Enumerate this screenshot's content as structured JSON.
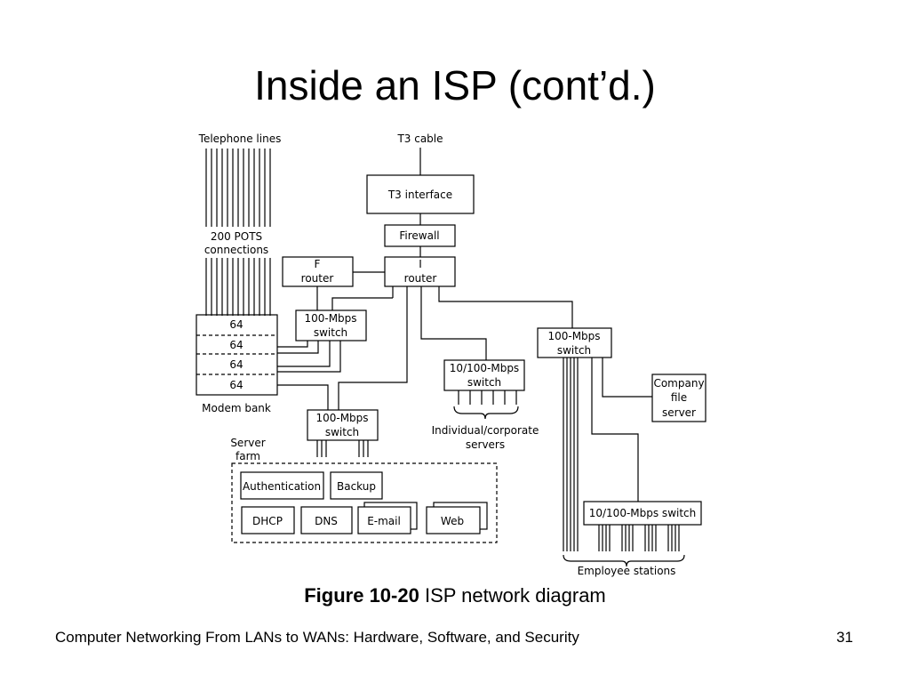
{
  "slide": {
    "title": "Inside an ISP (cont’d.)",
    "caption_bold": "Figure 10-20",
    "caption_text": " ISP network diagram",
    "footer": "Computer Networking From LANs to WANs: Hardware, Software, and Security",
    "page_number": "31"
  },
  "diagram": {
    "telephone_lines": "Telephone lines",
    "pots_line1": "200 POTS",
    "pots_line2": "connections",
    "t3_cable": "T3 cable",
    "t3_interface": "T3 interface",
    "firewall": "Firewall",
    "f_router_line1": "F",
    "f_router_line2": "router",
    "i_router_line1": "I",
    "i_router_line2": "router",
    "switch_top_line1": "100-Mbps",
    "switch_top_line2": "switch",
    "modem_rows": [
      "64",
      "64",
      "64",
      "64"
    ],
    "modem_bank": "Modem bank",
    "switch_server_line1": "100-Mbps",
    "switch_server_line2": "switch",
    "switch_individual_line1": "10/100-Mbps",
    "switch_individual_line2": "switch",
    "individual_line1": "Individual/corporate",
    "individual_line2": "servers",
    "switch_right_line1": "100-Mbps",
    "switch_right_line2": "switch",
    "company_line1": "Company",
    "company_line2": "file",
    "company_line3": "server",
    "server_farm_line1": "Server",
    "server_farm_line2": "farm",
    "authentication": "Authentication",
    "backup": "Backup",
    "dhcp": "DHCP",
    "dns": "DNS",
    "email": "E-mail",
    "web": "Web",
    "employee_switch": "10/100-Mbps switch",
    "employee_stations": "Employee stations"
  }
}
